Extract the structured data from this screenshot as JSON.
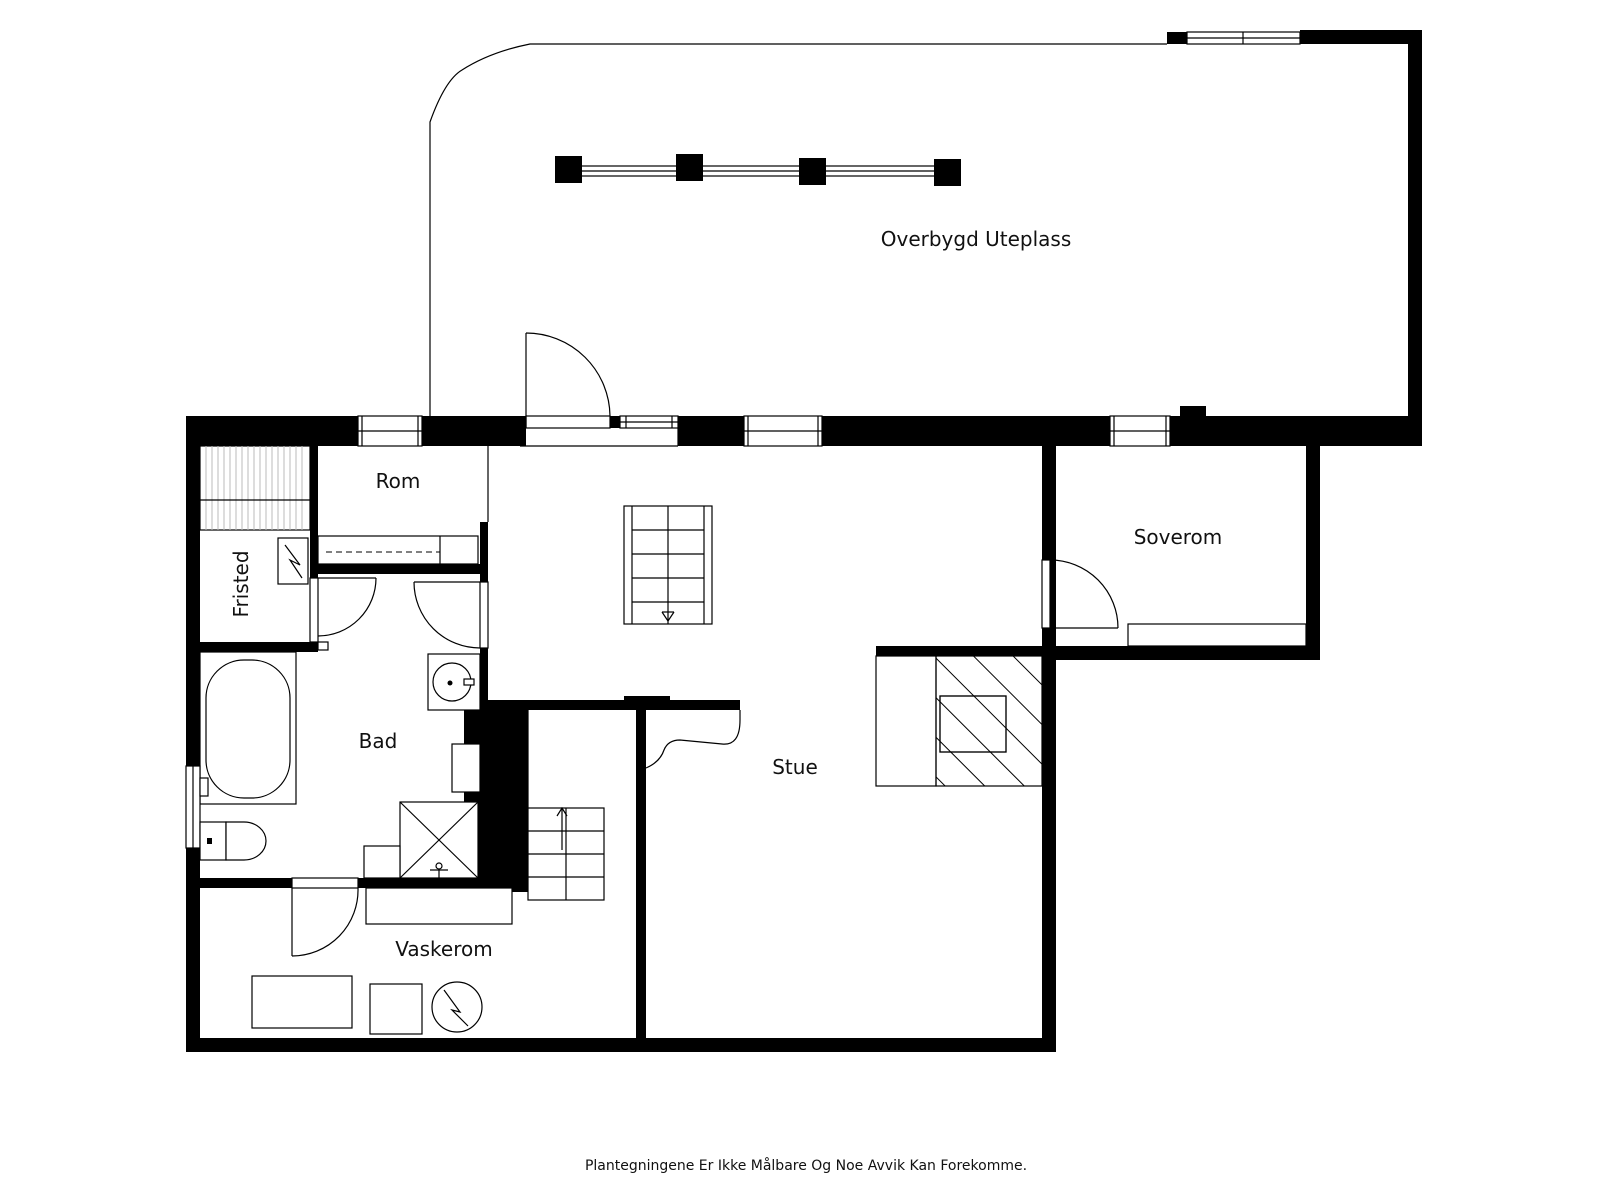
{
  "rooms": {
    "overbygd_uteplass": "Overbygd Uteplass",
    "rom": "Rom",
    "soverom": "Soverom",
    "fristed": "Fristed",
    "bad": "Bad",
    "stue": "Stue",
    "vaskerom": "Vaskerom"
  },
  "disclaimer": "Plantegningene Er Ikke Målbare Og Noe Avvik Kan Forekomme."
}
